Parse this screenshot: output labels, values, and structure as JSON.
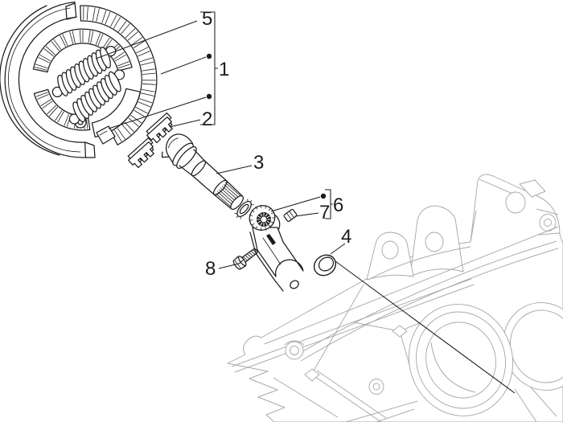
{
  "figure": {
    "kind": "exploded-parts-diagram",
    "background": "#ffffff",
    "ink": "#1c1c1c",
    "ghost": "#a9a9a9"
  },
  "callouts": {
    "c1": "1",
    "c2": "2",
    "c3": "3",
    "c4": "4",
    "c5": "5",
    "c6": "6",
    "c7": "7",
    "c8": "8"
  },
  "parts": {
    "p1": "brake-shoe-assembly",
    "p2": "retainer-clip-pair",
    "p3": "brake-camshaft",
    "p4": "o-ring",
    "p5": "return-springs",
    "p6": "brake-lever-assembly",
    "p7": "clip-nut",
    "p8": "hex-screw",
    "ghost": "crankcase-reference"
  }
}
